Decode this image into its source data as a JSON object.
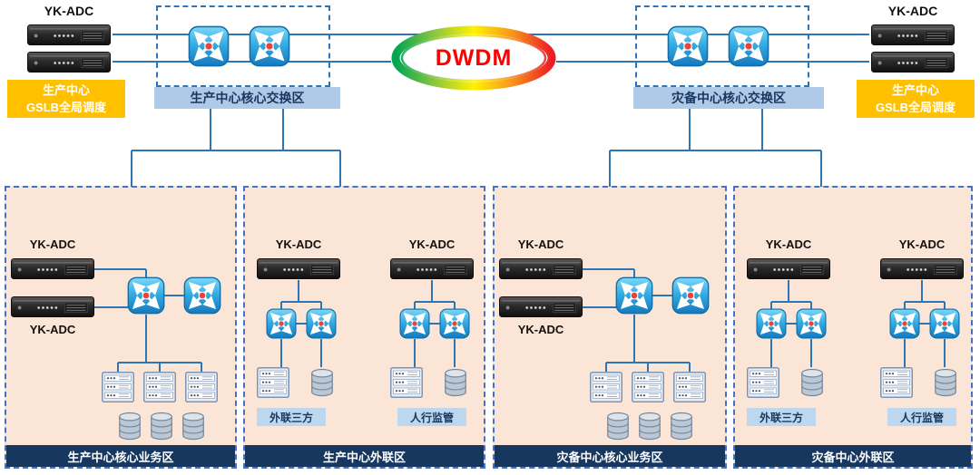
{
  "top_left": {
    "adc_label": "YK-ADC",
    "gslb_line1": "生产中心",
    "gslb_line2": "GSLB全局调度",
    "zone_label": "生产中心核心交换区"
  },
  "top_right": {
    "adc_label": "YK-ADC",
    "gslb_line1": "生产中心",
    "gslb_line2": "GSLB全局调度",
    "zone_label": "灾备中心核心交换区"
  },
  "dwdm": {
    "label": "DWDM"
  },
  "panels": [
    {
      "title": "生产中心核心业务区",
      "adc_top": "YK-ADC",
      "adc_bottom": "YK-ADC"
    },
    {
      "title": "生产中心外联区",
      "adc_left": "YK-ADC",
      "adc_right": "YK-ADC",
      "tag_left": "外联三方",
      "tag_right": "人行监管"
    },
    {
      "title": "灾备中心核心业务区",
      "adc_top": "YK-ADC",
      "adc_bottom": "YK-ADC"
    },
    {
      "title": "灾备中心外联区",
      "adc_left": "YK-ADC",
      "adc_right": "YK-ADC",
      "tag_left": "外联三方",
      "tag_right": "人行监管"
    }
  ],
  "icons": {
    "switch": "network-switch-icon",
    "server": "adc-appliance-icon",
    "storage_rack": "storage-rack-icon",
    "database": "database-cylinder-icon"
  },
  "colors": {
    "line_blue": "#2E75B6",
    "zone_label_bg": "#AFC9E9",
    "zone_label_text": "#17375E",
    "gslb_bg": "#FFC000",
    "panel_bg": "#FBE5D6",
    "panel_title_bg": "#17375E",
    "dwdm_text": "#FF0000"
  }
}
